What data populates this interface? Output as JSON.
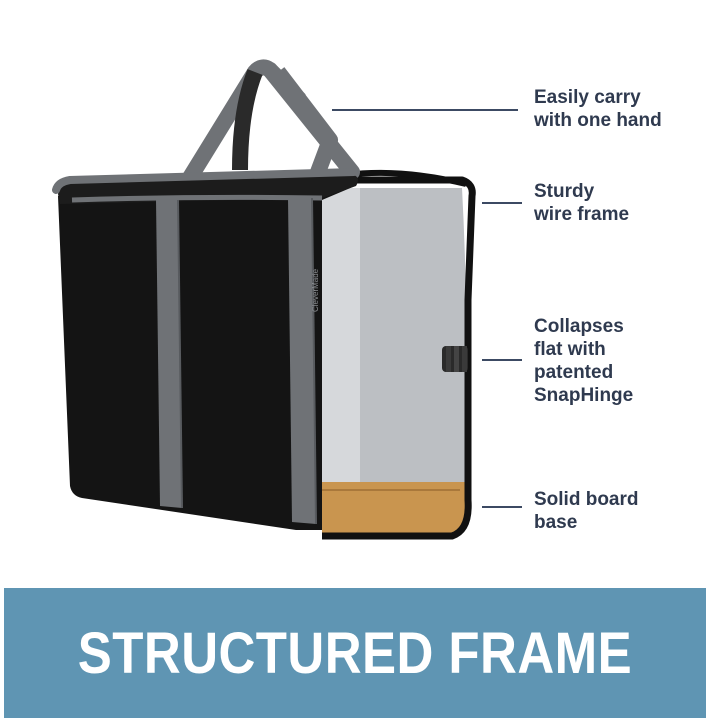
{
  "callouts": {
    "carry": {
      "lines": [
        "Easily carry",
        "with one hand"
      ]
    },
    "frame": {
      "lines": [
        "Sturdy",
        "wire frame"
      ]
    },
    "collapse": {
      "lines": [
        "Collapses",
        "flat with",
        "patented",
        "SnapHinge"
      ]
    },
    "base": {
      "lines": [
        "Solid board",
        "base"
      ]
    }
  },
  "banner": {
    "title": "STRUCTURED FRAME"
  },
  "product": {
    "brand_tag": "CleverMade",
    "colors": {
      "body": "#141414",
      "handles": "#6f7276",
      "interior": "#b9bcc0",
      "board_base": "#c9954f",
      "frame_outline": "#111111",
      "banner": "#5f95b3",
      "callout_text": "#2f3a4f"
    }
  }
}
